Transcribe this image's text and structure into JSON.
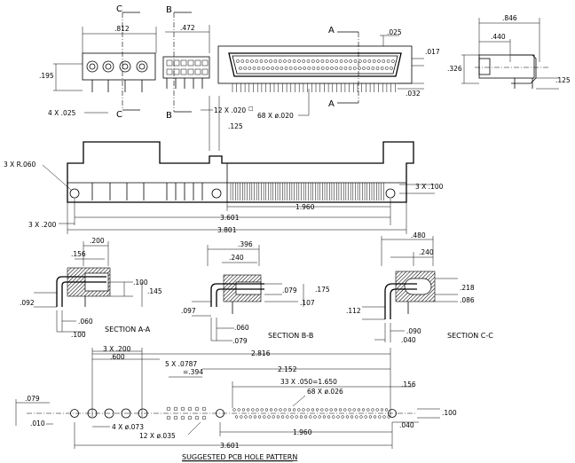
{
  "sections": {
    "top": {
      "c_label": "C",
      "b_label": "B",
      "a_label": "A",
      "dim_812": ".812",
      "dim_472": ".472",
      "dim_025_top": ".025",
      "dim_017": ".017",
      "dim_032": ".032",
      "dim_195": ".195",
      "four_x_025": "4 X .025",
      "twelve_x_020": "12 X .020",
      "square_glyph": "□",
      "sixtyeight_x_020": "68 X ø.020",
      "dim_125_top": ".125"
    },
    "side": {
      "dim_846": ".846",
      "dim_440": ".440",
      "dim_326": ".326",
      "dim_125": ".125"
    },
    "front": {
      "three_x_r060": "3 X R.060",
      "three_x_100": "3 X .100",
      "dim_1960": "1.960",
      "three_x_200": "3 X .200",
      "dim_3601": "3.601",
      "dim_3801": "3.801"
    },
    "section_a": {
      "title": "SECTION A-A",
      "dim_200": ".200",
      "dim_156": ".156",
      "dim_100": ".100",
      "dim_145": ".145",
      "dim_092": ".092",
      "dim_060": ".060",
      "dim_100b": ".100"
    },
    "section_b": {
      "title": "SECTION B-B",
      "dim_396": ".396",
      "dim_240": ".240",
      "dim_079": ".079",
      "dim_175": ".175",
      "dim_107": ".107",
      "dim_097": ".097",
      "dim_060": ".060",
      "dim_079b": ".079"
    },
    "section_c": {
      "title": "SECTION C-C",
      "dim_480": ".480",
      "dim_240": ".240",
      "dim_218": ".218",
      "dim_086": ".086",
      "dim_112": ".112",
      "dim_090": ".090",
      "dim_040": ".040"
    },
    "pcb": {
      "title": "SUGGESTED PCB HOLE PATTERN",
      "three_x_200": "3 X .200",
      "dim_600": ".600",
      "dim_2816": "2.816",
      "five_x_0787": "5 X .0787",
      "dim_394": "=.394",
      "dim_2152": "2.152",
      "thirtythree": "33 X .050=1.650",
      "dim_156": ".156",
      "sixtyeight_x_026": "68 X ø.026",
      "dim_079": ".079",
      "four_x_073": "4 X ø.073",
      "dim_100": ".100",
      "dim_010": ".010",
      "twelve_x_035": "12 X ø.035",
      "dim_1960": "1.960",
      "dim_040": ".040",
      "dim_3601": "3.601"
    }
  }
}
